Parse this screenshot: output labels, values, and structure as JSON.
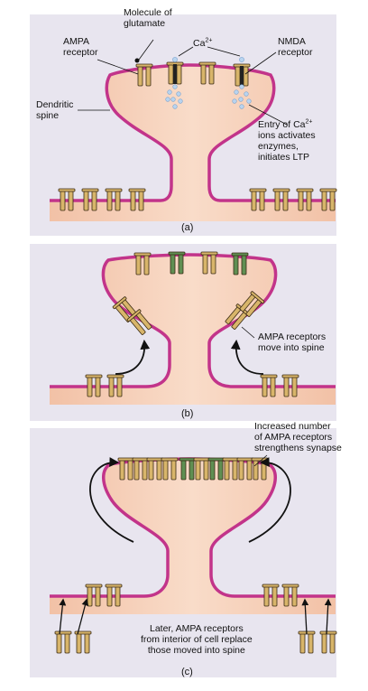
{
  "colors": {
    "background": "#e8e5ef",
    "cytoplasm": "#f4cdb4",
    "membrane": "#c2348a",
    "ampa_receptor": "#d8b56a",
    "nmda_receptor": "#5f8f52",
    "arrow": "#111111"
  },
  "panels": [
    {
      "letter": "(a)"
    },
    {
      "letter": "(b)"
    },
    {
      "letter": "(c)"
    }
  ],
  "labels": {
    "molecule_line1": "Molecule of",
    "molecule_line2": "glutamate",
    "ampa_line1": "AMPA",
    "ampa_line2": "receptor",
    "ca_base": "Ca",
    "ca_sup": "2+",
    "nmda_line1": "NMDA",
    "nmda_line2": "receptor",
    "dendritic_line1": "Dendritic",
    "dendritic_line2": "spine",
    "entry_line1a": "Entry of Ca",
    "entry_line1sup": "2+",
    "entry_line2": "ions activates",
    "entry_line3": "enzymes,",
    "entry_line4": "initiates LTP",
    "move_line1": "AMPA receptors",
    "move_line2": "move into spine",
    "increased_line1": "Increased number",
    "increased_line2": "of AMPA receptors",
    "increased_line3": "strengthens synapse",
    "later_line1": "Later, AMPA receptors",
    "later_line2": "from interior of cell replace",
    "later_line3": "those moved into spine"
  }
}
